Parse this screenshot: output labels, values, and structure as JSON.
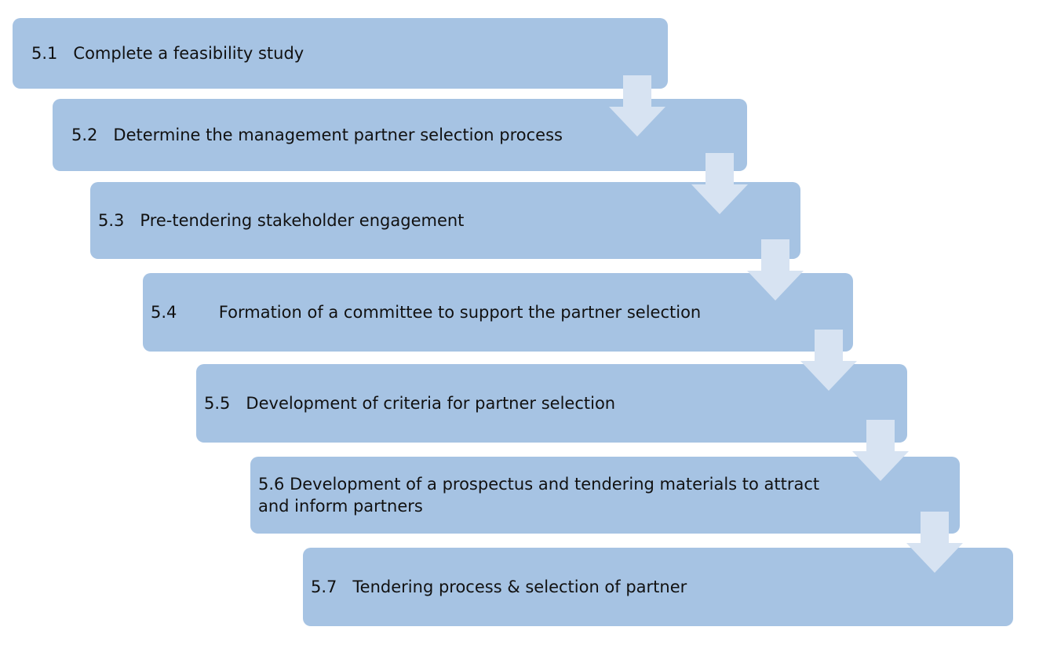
{
  "diagram": {
    "steps": [
      {
        "id": "step-5-1",
        "text": "5.1   Complete a feasibility study"
      },
      {
        "id": "step-5-2",
        "text": "5.2   Determine the management partner selection process"
      },
      {
        "id": "step-5-3",
        "text": "5.3   Pre-tendering stakeholder engagement"
      },
      {
        "id": "step-5-4",
        "text": "5.4        Formation of a committee to support the partner selection"
      },
      {
        "id": "step-5-5",
        "text": "5.5   Development of criteria for partner selection"
      },
      {
        "id": "step-5-6",
        "text": "5.6 Development of a prospectus and tendering materials to attract\nand inform partners"
      },
      {
        "id": "step-5-7",
        "text": "5.7   Tendering process & selection of partner"
      }
    ],
    "colors": {
      "box_fill": "#a6c3e3",
      "arrow_fill": "#d7e3f2",
      "text": "#111111",
      "background": "#ffffff"
    },
    "arrow_icon": "down-arrow-icon"
  }
}
